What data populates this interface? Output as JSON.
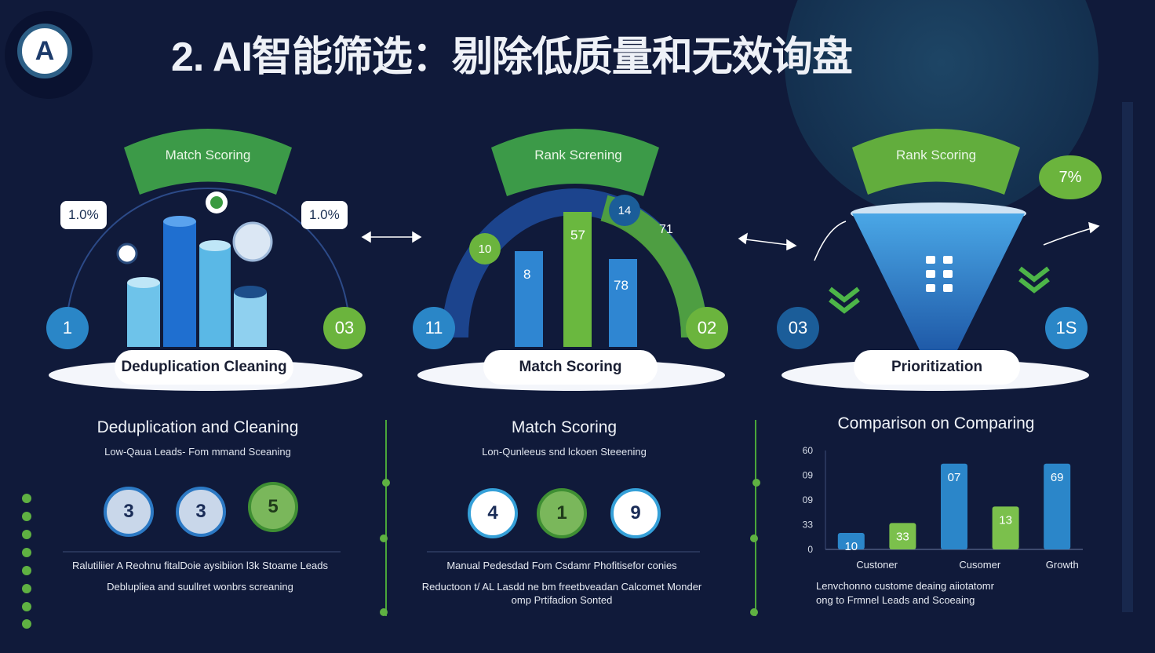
{
  "title": "2. AI智能筛选：剔除低质量和无效询盘",
  "logo_letter": "A",
  "stages": [
    {
      "arc_label": "Match Scoring",
      "pill": "Deduplication Cleaning",
      "left_pct": "1.0%",
      "right_pct": "1.0%",
      "left_badge": "1",
      "right_badge": "03"
    },
    {
      "arc_label": "Rank Screning",
      "pill": "Match Scoring",
      "left_badge": "11",
      "right_badge": "02",
      "bar_values": [
        "8",
        "57",
        "78"
      ],
      "side_values": [
        "10",
        "14",
        "71"
      ]
    },
    {
      "arc_label": "Rank Scoring",
      "pill": "Prioritization",
      "left_badge": "03",
      "right_badge": "1S",
      "top_pct": "7%"
    }
  ],
  "sections": [
    {
      "title": "Deduplication and Cleaning",
      "subtitle": "Low-Qaua Leads- Fom mmand Sceaning",
      "circles": [
        "3",
        "3",
        "5"
      ],
      "foot1": "Ralutiliier A Reohnu fitalDoie aysibiion l3k Stoame Leads",
      "foot2": "Deblupliea and suullret wonbrs screaning"
    },
    {
      "title": "Match Scoring",
      "subtitle": "Lon-Qunleeus snd lckoen Steeening",
      "circles": [
        "4",
        "1",
        "9"
      ],
      "foot1": "Manual Pedesdad Fom Csdamr Phofitisefor conies",
      "foot2": "Reductoon t/ AL Lasdd ne bm freetbveadan Calcomet Monder",
      "foot3": "omp Prtifadion Sonted"
    },
    {
      "title": "Comparison on Comparing",
      "foot1": "Lenvchonno custome deaing aiiotatomr",
      "foot2": "ong to Frmnel Leads and Scoeaing"
    }
  ],
  "chart_data": {
    "type": "bar",
    "y_ticks": [
      "60",
      "09",
      "09",
      "33",
      "0"
    ],
    "categories": [
      "Custoner",
      "Cusomer",
      "Growth"
    ],
    "bars": [
      {
        "label": "10",
        "value": 10,
        "color": "#2b86c9"
      },
      {
        "label": "33",
        "value": 16,
        "color": "#7bc04c"
      },
      {
        "label": "07",
        "value": 52,
        "color": "#2b86c9"
      },
      {
        "label": "13",
        "value": 26,
        "color": "#7bc04c"
      },
      {
        "label": "69",
        "value": 52,
        "color": "#2b86c9"
      }
    ],
    "ylim": [
      0,
      60
    ]
  },
  "colors": {
    "background": "#101a3a",
    "green": "#6bb43d",
    "blue": "#2a86c7"
  }
}
